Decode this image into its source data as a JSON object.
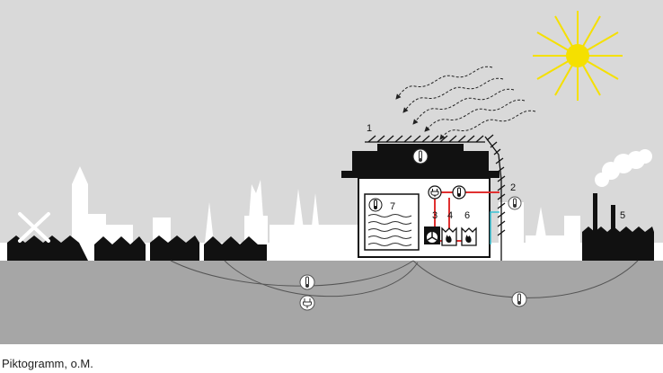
{
  "caption": "Piktogramm, o.M.",
  "labels": {
    "l1": "1",
    "l2": "2",
    "l3": "3",
    "l4": "4",
    "l5": "5",
    "l6": "6",
    "l7": "7"
  },
  "colors": {
    "sky": "#d9d9d9",
    "ground": "#a6a6a6",
    "silhouette": "#ffffff",
    "buildings": "#111111",
    "sun": "#f5e000",
    "heat_line": "#e03030",
    "water_line": "#39c3d6"
  },
  "icons": [
    "sun-icon",
    "solar-radiation-arrows",
    "thermometer-icon",
    "plug-icon",
    "fan-icon",
    "flame-icon",
    "windmill-icon",
    "factory-icon"
  ]
}
